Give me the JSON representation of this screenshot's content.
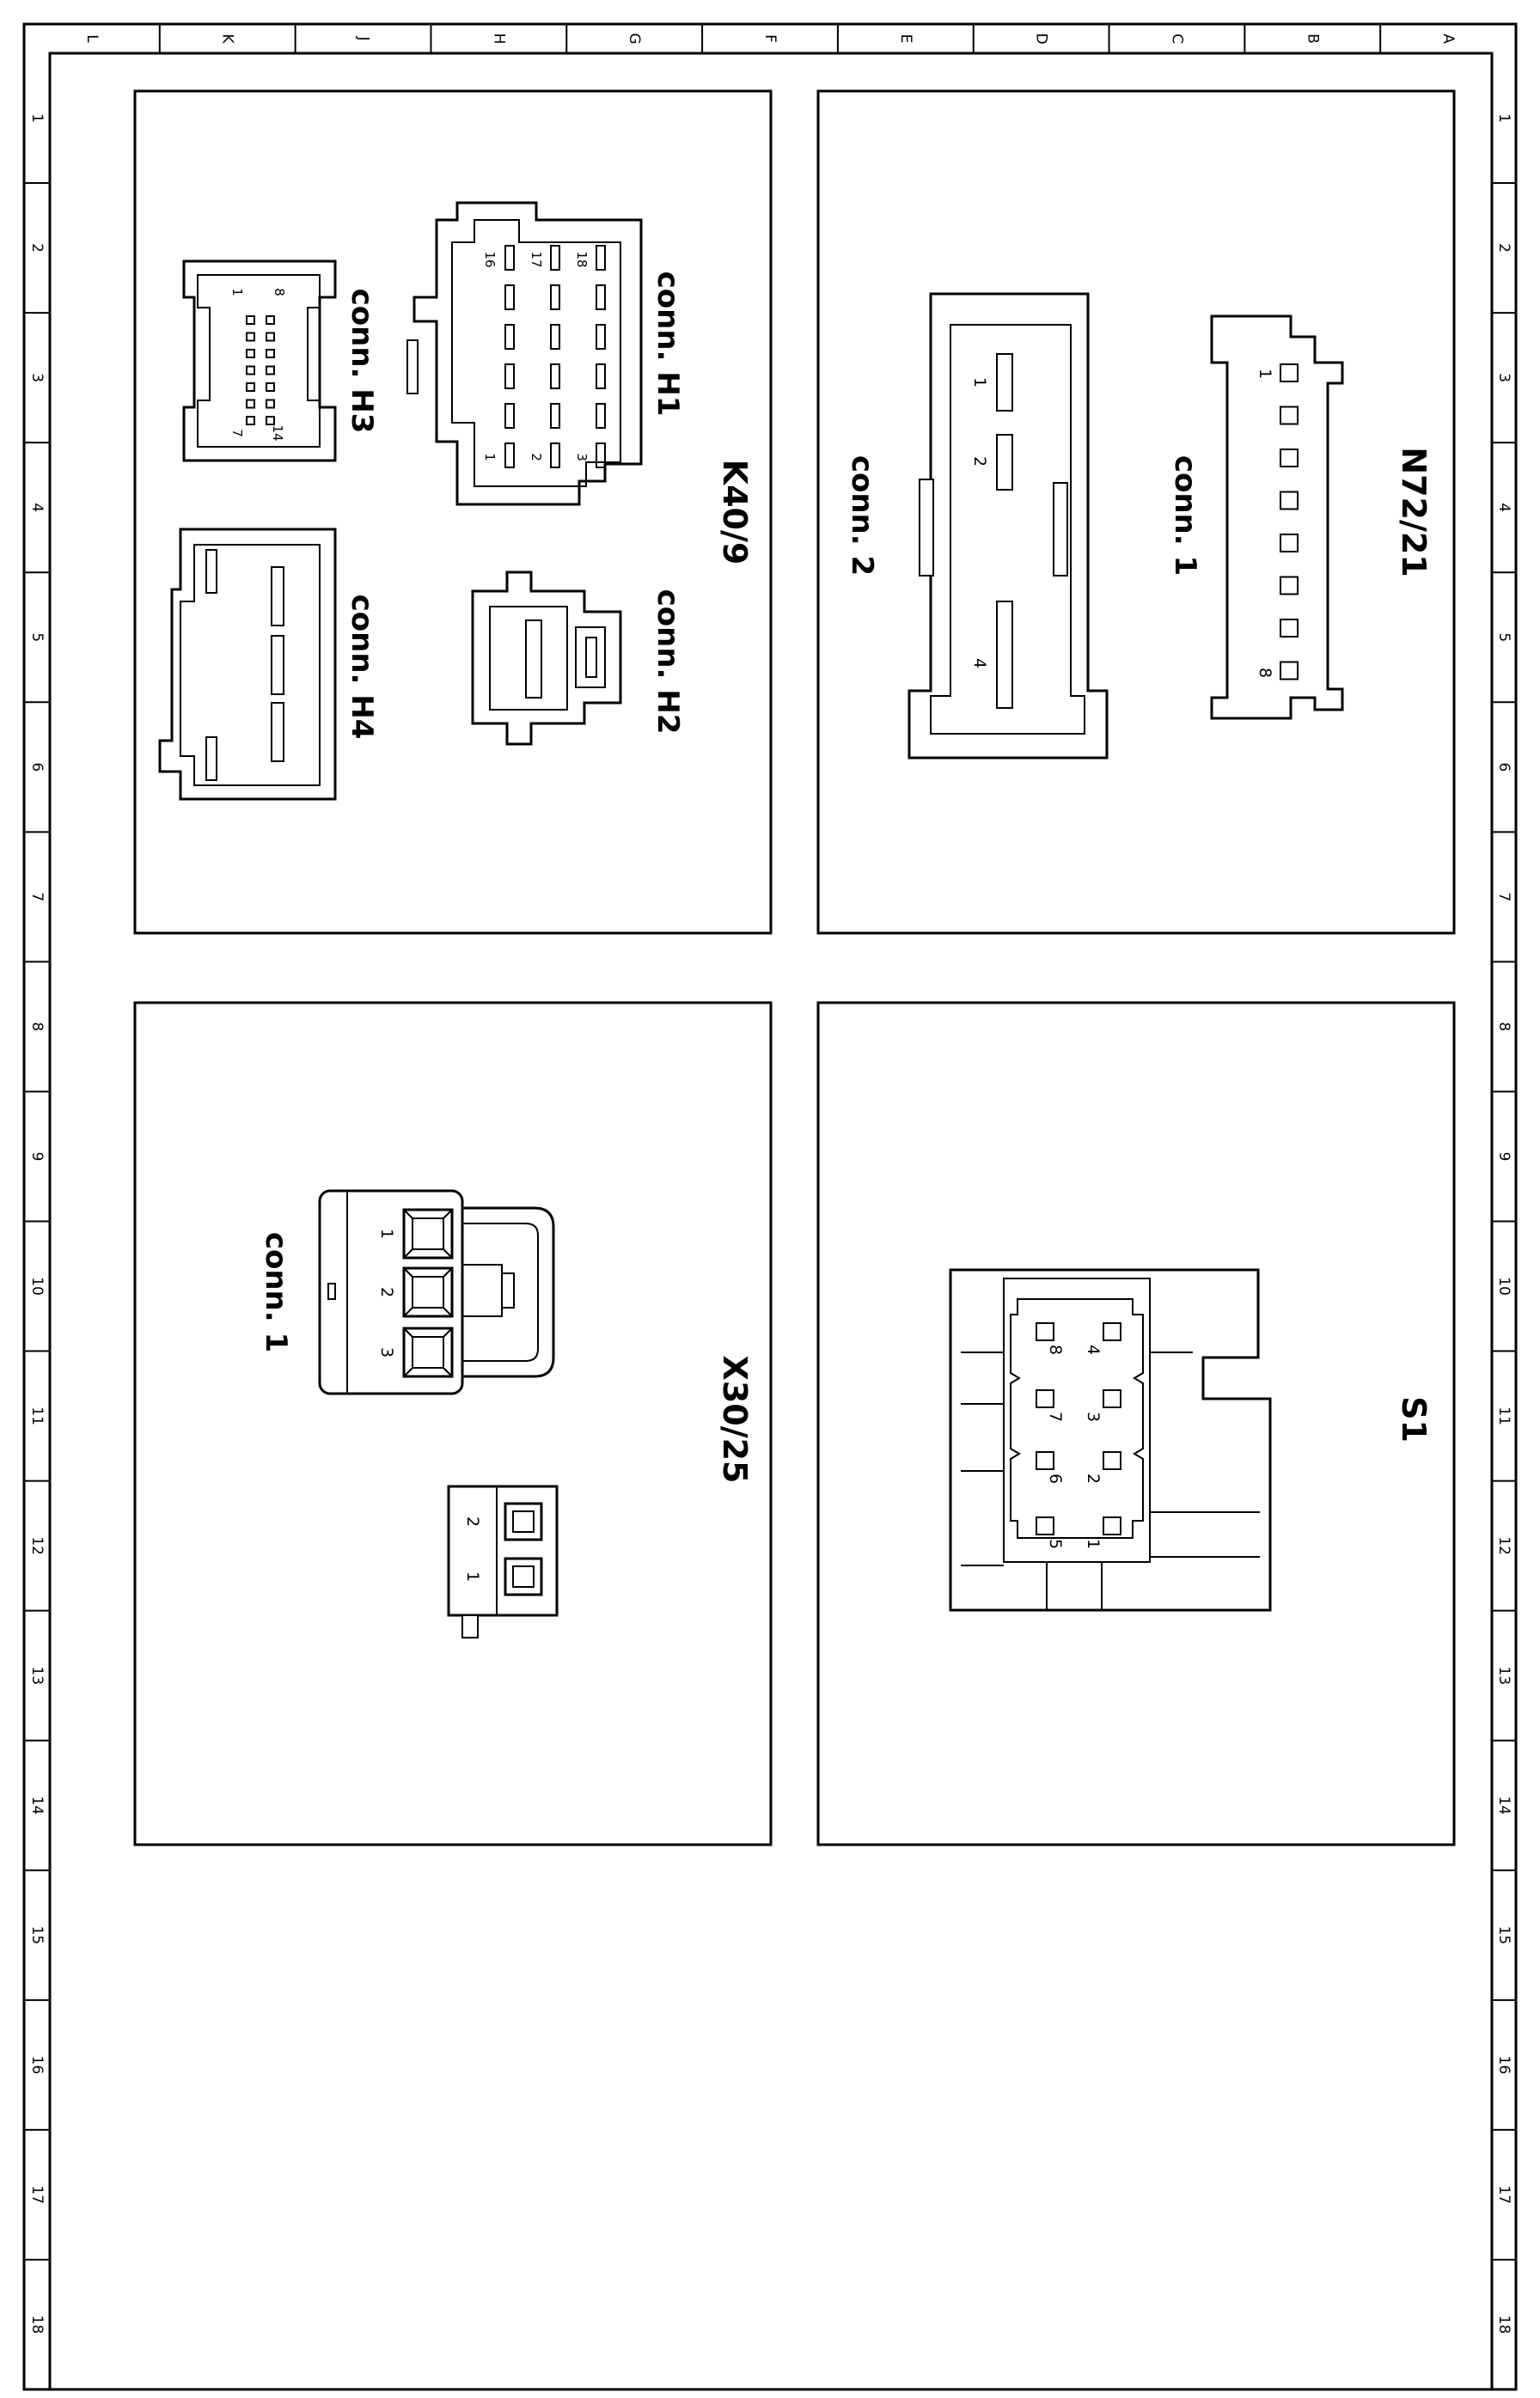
{
  "frame": {
    "columns": [
      "L",
      "K",
      "J",
      "H",
      "G",
      "F",
      "E",
      "D",
      "C",
      "B",
      "A"
    ],
    "rows": [
      "1",
      "2",
      "3",
      "4",
      "5",
      "6",
      "7",
      "8",
      "9",
      "10",
      "11",
      "12",
      "13",
      "14",
      "15",
      "16",
      "17",
      "18"
    ]
  },
  "panels": {
    "n72_1": {
      "title": "N72/21",
      "conn1": {
        "label": "conn. 1",
        "pins": [
          "1",
          "8"
        ]
      },
      "conn2": {
        "label": "conn. 2",
        "pins": [
          "1",
          "2",
          "4"
        ]
      }
    },
    "k40_9": {
      "title": "K40/9",
      "h1": {
        "label": "conn. H1",
        "pins": [
          "16",
          "17",
          "18",
          "1",
          "2",
          "3"
        ]
      },
      "h2": {
        "label": "conn. H2"
      },
      "h3": {
        "label": "conn. H3",
        "pins": [
          "1",
          "8",
          "7",
          "14"
        ]
      },
      "h4": {
        "label": "conn. H4"
      }
    },
    "s1": {
      "title": "S1",
      "pins": [
        "4",
        "8",
        "3",
        "7",
        "2",
        "6",
        "1",
        "5"
      ]
    },
    "x30_25": {
      "title": "X30/25",
      "conn1": {
        "label": "conn. 1",
        "pins": [
          "1",
          "2",
          "3"
        ]
      },
      "conn2": {
        "pins": [
          "2",
          "1"
        ]
      }
    }
  }
}
